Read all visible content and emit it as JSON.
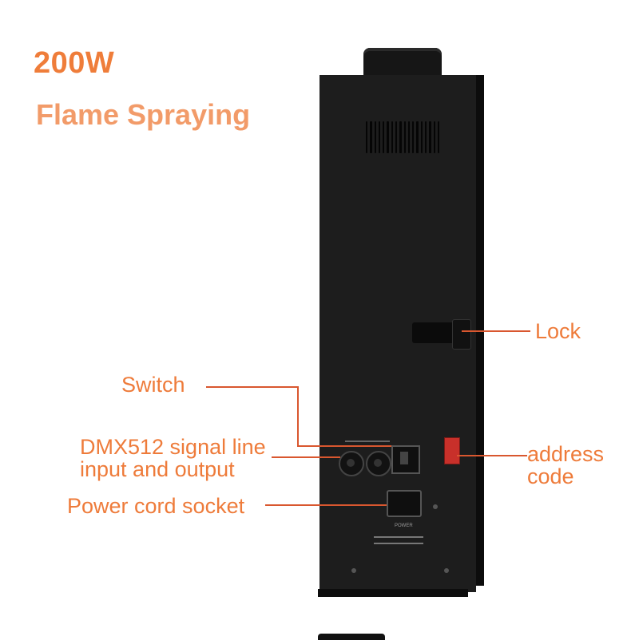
{
  "title": {
    "line1": "200W",
    "line2": "Flame Spraying"
  },
  "callouts": {
    "lock": "Lock",
    "switch": "Switch",
    "dmx_line1": "DMX512 signal line",
    "dmx_line2": "input and output",
    "address_line1": "address",
    "address_line2": "code",
    "power": "Power cord socket"
  },
  "panel_labels": {
    "power": "POWER"
  },
  "colors": {
    "accent": "#ef7d3a",
    "leader_line": "#d9572f",
    "machine": "#1d1d1d",
    "dip_switch": "#c8302a"
  }
}
